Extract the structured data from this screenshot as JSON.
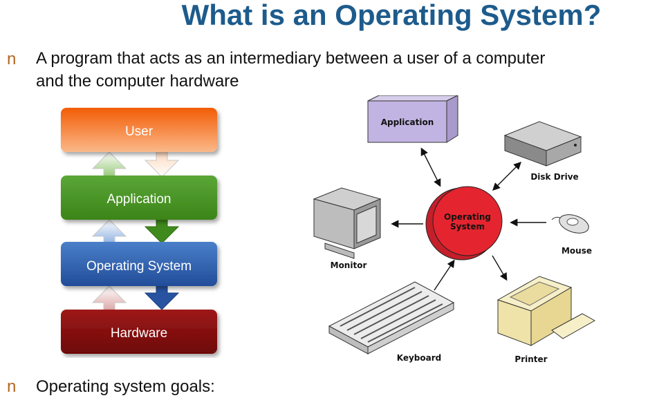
{
  "slide": {
    "title": "What is an Operating System?",
    "bullet_marker": "n",
    "bullet1_line1": "A program that acts as an intermediary between a user of a computer",
    "bullet1_line2": "and the computer hardware",
    "bullet2_partial": "Operating system goals:"
  },
  "stack": {
    "layers": [
      "User",
      "Application",
      "Operating System",
      "Hardware"
    ],
    "colors": [
      "#f26a1b",
      "#4f9a28",
      "#2a5aa6",
      "#8e1010"
    ]
  },
  "system_diagram": {
    "center": [
      "Operating",
      "System"
    ],
    "devices": [
      "Application",
      "Disk Drive",
      "Mouse",
      "Printer",
      "Keyboard",
      "Monitor"
    ]
  }
}
